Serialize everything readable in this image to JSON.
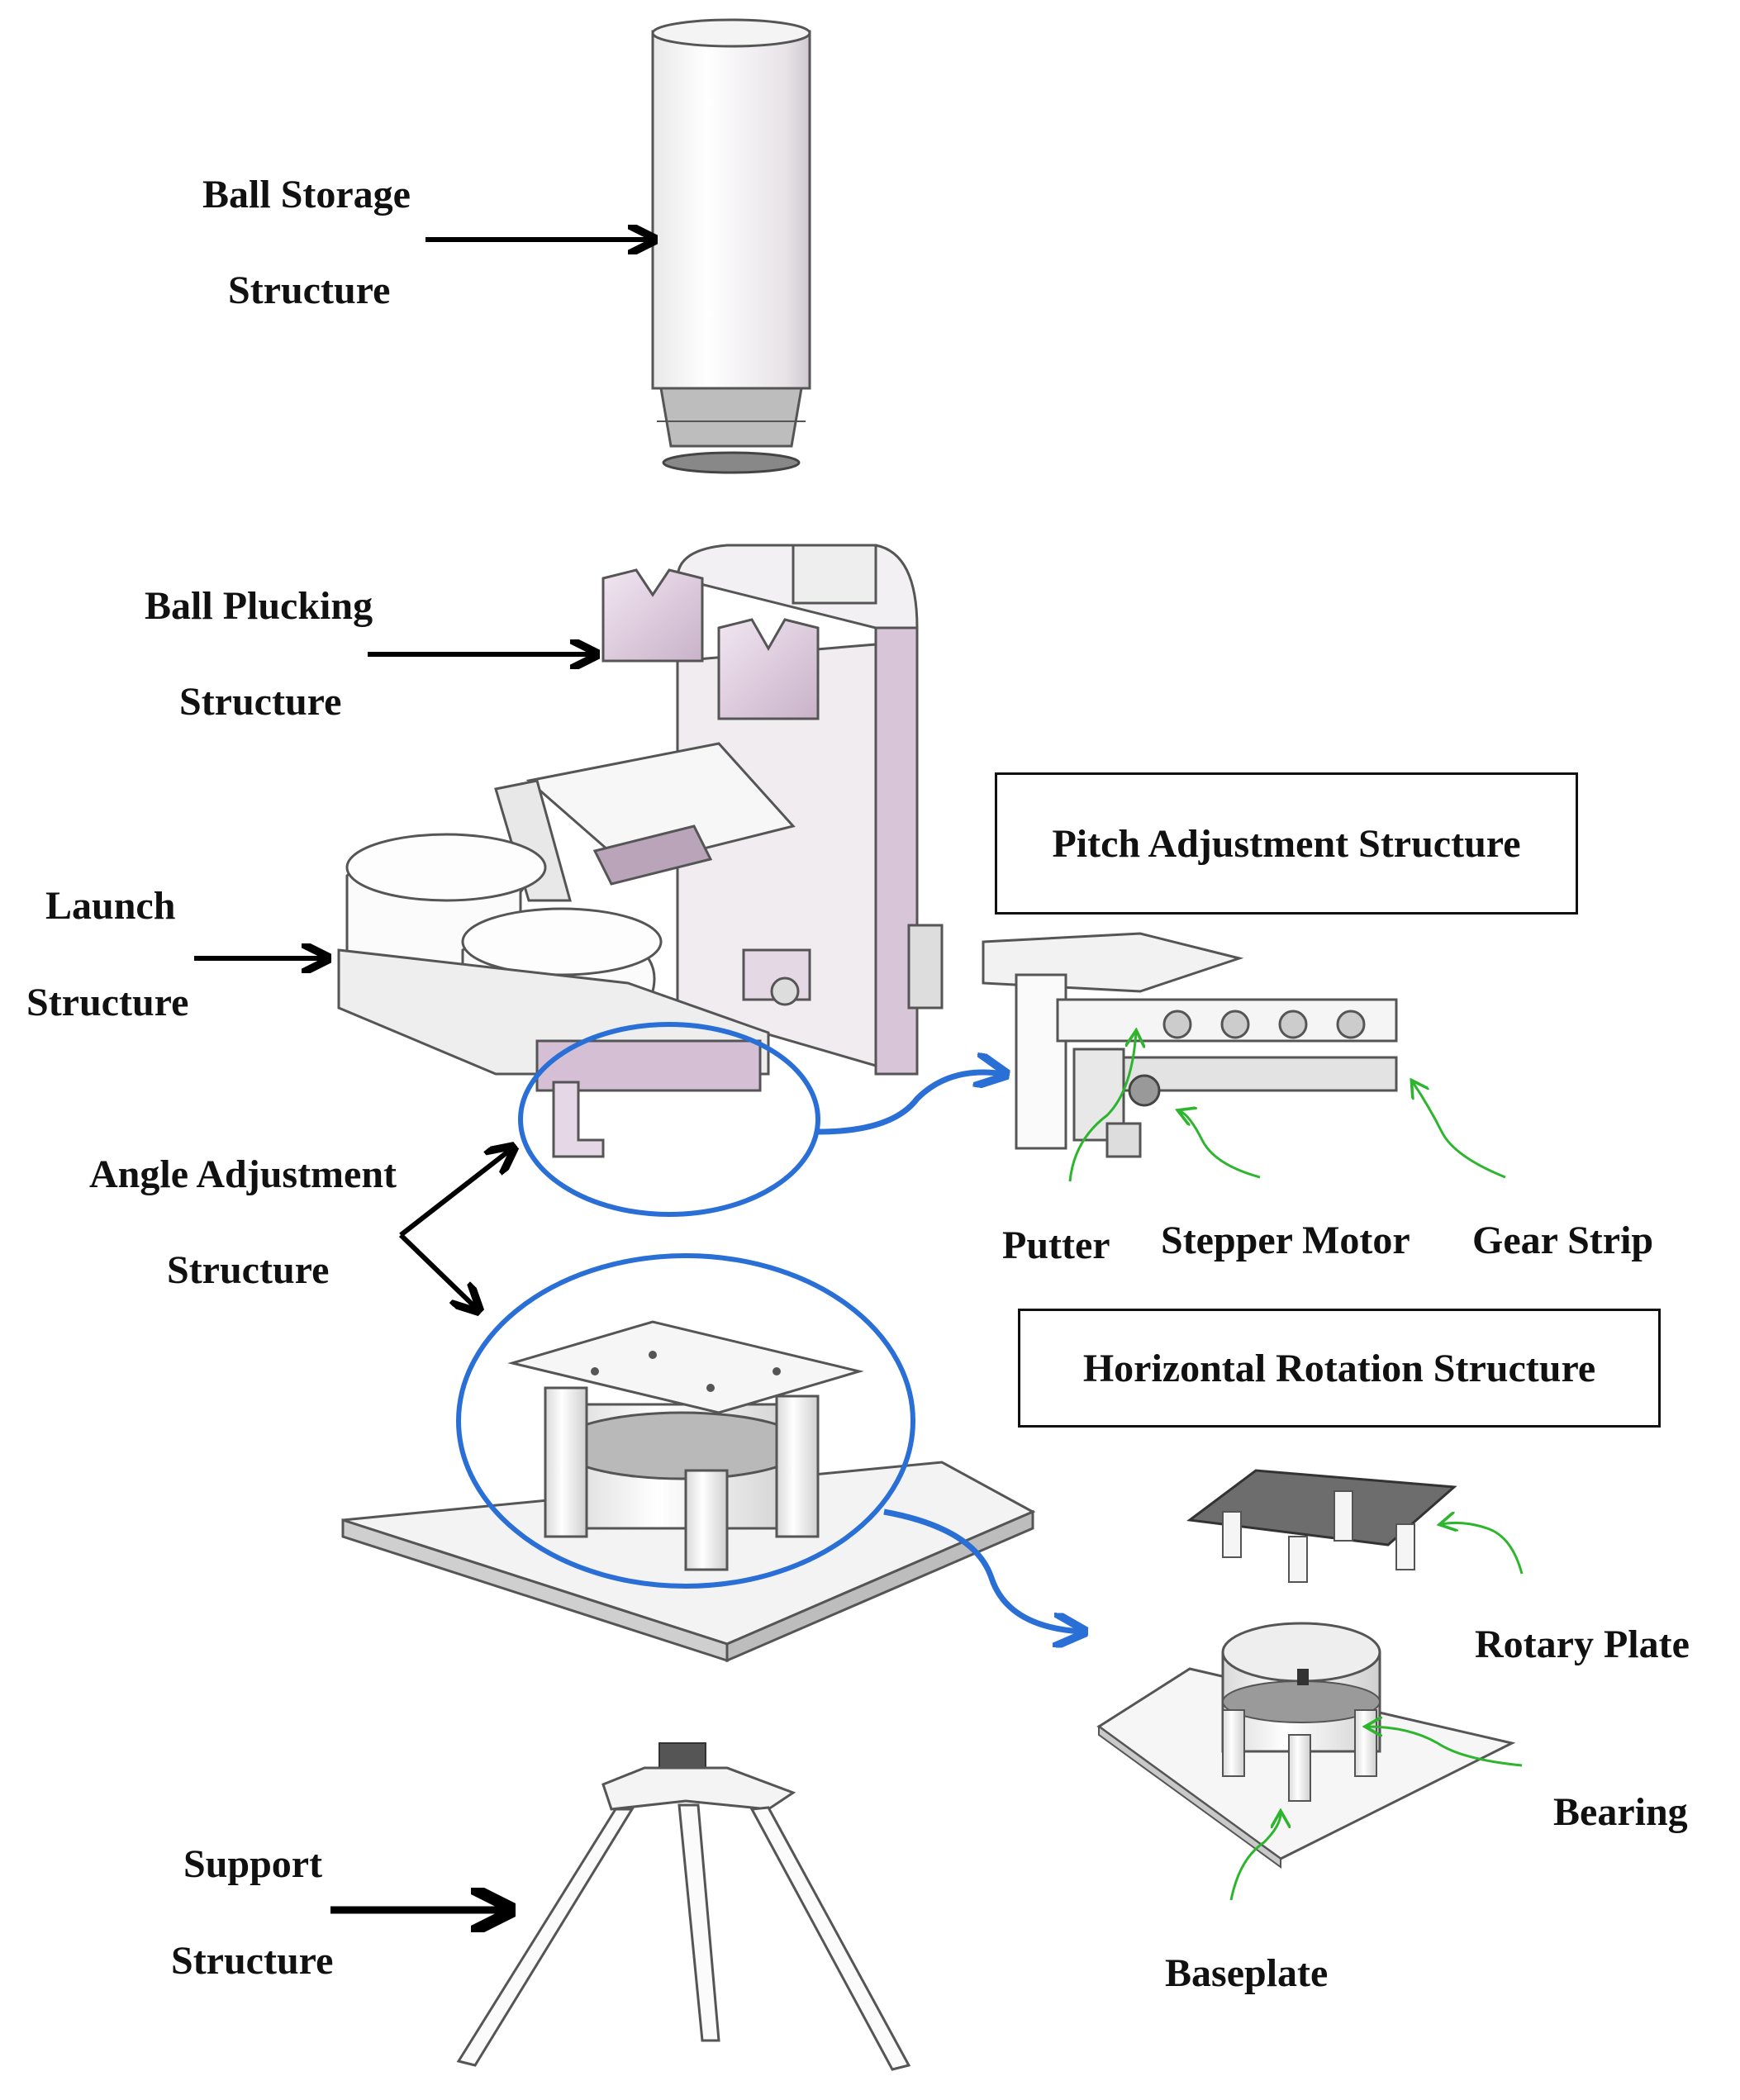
{
  "colors": {
    "black_arrow": "#000000",
    "blue_callout": "#2a6fd6",
    "green_pointer": "#2db52d",
    "lilac_part": "#d9c3d9",
    "gray_part": "#e6e6e6"
  },
  "labels": {
    "ball_storage_1": "Ball Storage",
    "ball_storage_2": "Structure",
    "ball_plucking_1": "Ball Plucking",
    "ball_plucking_2": "Structure",
    "launch_1": "Launch",
    "launch_2": "Structure",
    "angle_adjust_1": "Angle Adjustment",
    "angle_adjust_2": "Structure",
    "support_1": "Support",
    "support_2": "Structure",
    "pitch_box": "Pitch Adjustment Structure",
    "putter": "Putter",
    "stepper_motor": "Stepper Motor",
    "gear_strip": "Gear Strip",
    "horizontal_box": "Horizontal Rotation Structure",
    "rotary_plate": "Rotary Plate",
    "bearing": "Bearing",
    "baseplate": "Baseplate"
  },
  "icons": {
    "black_arrow": "arrow-right-icon",
    "callout": "curved-blue-arrow-icon",
    "pointer": "green-pointer-icon"
  }
}
